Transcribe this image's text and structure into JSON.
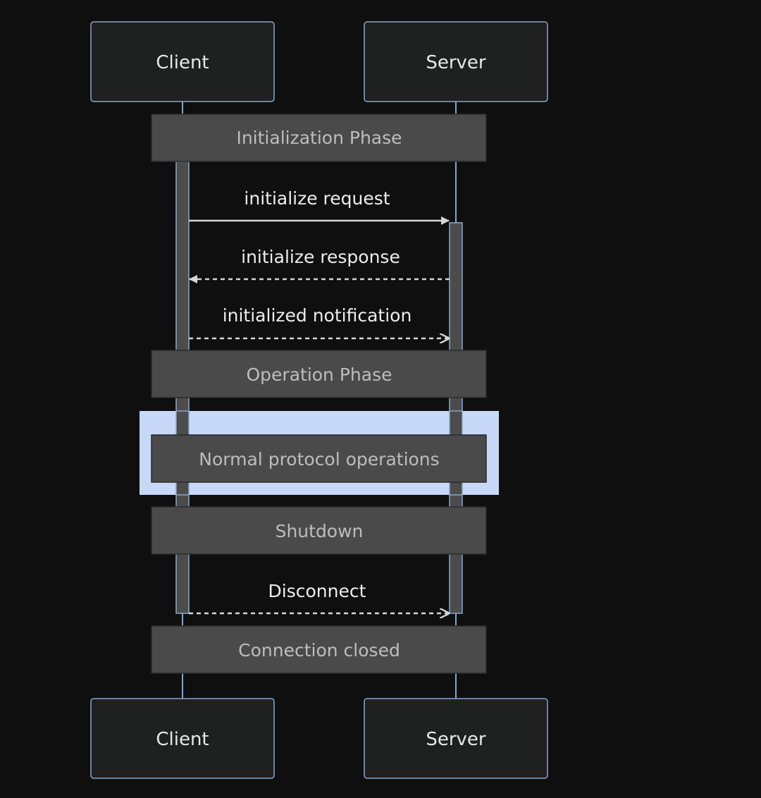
{
  "participants": {
    "client": "Client",
    "server": "Server"
  },
  "notes": {
    "initialization": "Initialization Phase",
    "operation": "Operation Phase",
    "normal": "Normal protocol operations",
    "shutdown": "Shutdown",
    "closed": "Connection closed"
  },
  "messages": {
    "initialize_request": "initialize request",
    "initialize_response": "initialize response",
    "initialized_notification": "initialized notification",
    "disconnect": "Disconnect"
  },
  "colors": {
    "background": "#0f0f10",
    "actor_fill": "#1f2020",
    "actor_border": "#8aa6c8",
    "note_fill": "#4a4a4a",
    "note_border": "#2a2a2a",
    "lifeline": "#8aa6c8",
    "activation_fill": "#4c4c4c",
    "arrow": "#d6d6d6",
    "highlight_fill": "#c8d8f8"
  }
}
